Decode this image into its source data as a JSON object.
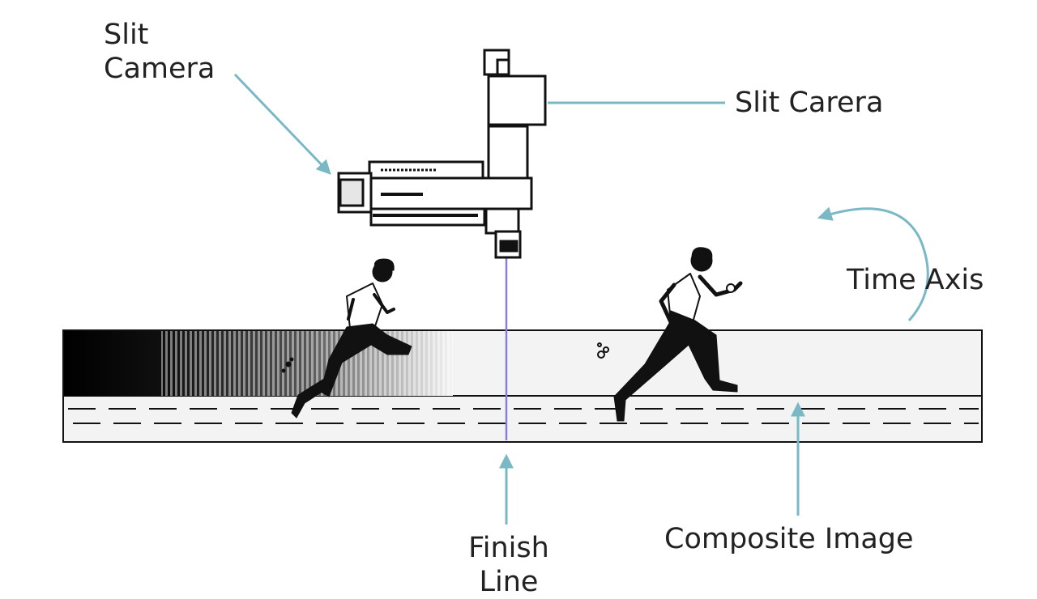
{
  "labels": {
    "slit_camera_left": [
      "Slit",
      "Camera"
    ],
    "slit_camera_right": "Slit Carera",
    "time_axis": "Time Axis",
    "finish_line": [
      "Finish",
      "Line"
    ],
    "composite_image": "Composite Image"
  },
  "colors": {
    "arrow": "#7ab8c6",
    "finish_line": "#8a7fd6",
    "ink": "#111111",
    "track_fill": "#f3f3f3"
  },
  "icons": [
    "slit-camera-icon",
    "runner-icon"
  ]
}
